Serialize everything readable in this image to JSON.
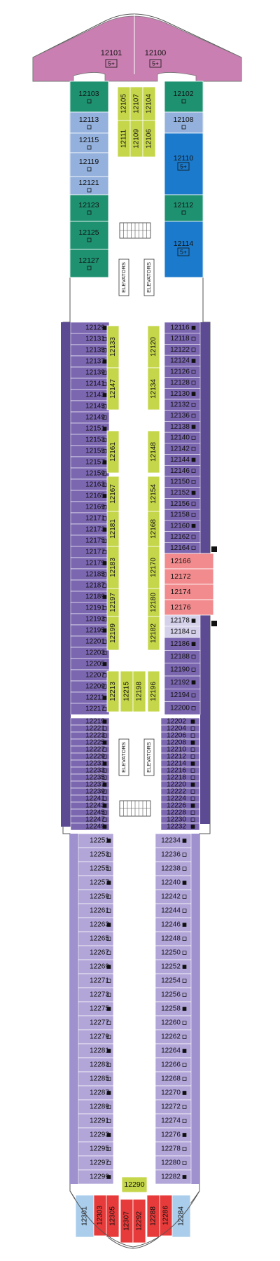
{
  "colors": {
    "bow_suite": "#C97FB1",
    "green_suite": "#1E9171",
    "light_blue": "#93B1DC",
    "blue_suite": "#1B7ACB",
    "purple_dark": "#7B66B0",
    "purple_mid": "#8E7BC0",
    "purple_light": "#B2A6D8",
    "lavender": "#D5D1EA",
    "salmon": "#F28B8E",
    "yellow_green": "#C5D64B",
    "aft_red": "#E63B3A",
    "aft_light_blue": "#A9CDEB",
    "corridor": "#FFFFFF",
    "hull_outline": "#555555"
  },
  "bow": {
    "left": "12101",
    "right": "12100",
    "left_badge": "5+",
    "right_badge": "5+"
  },
  "forward_green_left": [
    "12103",
    "12123",
    "12125",
    "12127"
  ],
  "forward_lightblue_left": [
    "12113",
    "12115",
    "12119",
    "12121"
  ],
  "forward_right": [
    {
      "num": "12102",
      "type": "green"
    },
    {
      "num": "12108",
      "type": "lightblue"
    },
    {
      "num": "12110",
      "type": "blue",
      "badge": "5+"
    },
    {
      "num": "12112",
      "type": "green"
    },
    {
      "num": "12114",
      "type": "blue",
      "badge": "5+"
    }
  ],
  "center_fwd_top": [
    "12105",
    "12107",
    "12104"
  ],
  "center_fwd_bottom": [
    "12111",
    "12109",
    "12106"
  ],
  "elevators_label": "ELEVATORS",
  "mid_left": [
    "12129",
    "12131",
    "12135",
    "12137",
    "12139",
    "12141",
    "12143",
    "12145",
    "12149",
    "12151",
    "12153",
    "12155",
    "12157",
    "12159",
    "12163",
    "12165",
    "12169",
    "12171",
    "12173",
    "12175",
    "12177",
    "12179",
    "12185",
    "12187",
    "12189",
    "12191",
    "12193",
    "12195",
    "12201",
    "12203",
    "12205",
    "12207",
    "12209",
    "12211",
    "12217"
  ],
  "mid_right_top": [
    "12116",
    "12118",
    "12122",
    "12124",
    "12126",
    "12128",
    "12130",
    "12132",
    "12136",
    "12138",
    "12140",
    "12142",
    "12144",
    "12146",
    "12150",
    "12152",
    "12156",
    "12158",
    "12160",
    "12162",
    "12164"
  ],
  "salmon_rooms": [
    "12166",
    "12172",
    "12174",
    "12176"
  ],
  "mid_right_bottom": [
    "12178",
    "12184",
    "12186",
    "12188",
    "12190",
    "12192",
    "12194",
    "12200"
  ],
  "center_mid": [
    {
      "num": "12133"
    },
    {
      "num": "12120"
    },
    {
      "num": "12147"
    },
    {
      "num": "12134"
    },
    {
      "num": "12161"
    },
    {
      "num": "12148"
    },
    {
      "num": "12167"
    },
    {
      "num": "12154"
    },
    {
      "num": "12181"
    },
    {
      "num": "12168"
    },
    {
      "num": "12183"
    },
    {
      "num": "12170"
    },
    {
      "num": "12197"
    },
    {
      "num": "12180"
    },
    {
      "num": "12199"
    },
    {
      "num": "12182"
    },
    {
      "num": "12213"
    },
    {
      "num": "12215"
    },
    {
      "num": "12198"
    },
    {
      "num": "12196"
    }
  ],
  "aft_left_dark": [
    "12219",
    "12221",
    "12223",
    "12225",
    "12227",
    "12229",
    "12231",
    "12233",
    "12235",
    "12237",
    "12239",
    "12241",
    "12243",
    "12245",
    "12247",
    "12249"
  ],
  "aft_right_dark": [
    "12202",
    "12204",
    "12206",
    "12208",
    "12210",
    "12212",
    "12214",
    "12216",
    "12218",
    "12220",
    "12222",
    "12224",
    "12226",
    "12228",
    "12230",
    "12232"
  ],
  "aft_left_light": [
    "12251",
    "12253",
    "12255",
    "12257",
    "12259",
    "12261",
    "12263",
    "12265",
    "12267",
    "12269",
    "12271",
    "12273",
    "12275",
    "12277",
    "12279",
    "12281",
    "12283",
    "12285",
    "12287",
    "12289",
    "12291",
    "12293",
    "12295",
    "12297",
    "12299"
  ],
  "aft_right_light": [
    "12234",
    "12236",
    "12238",
    "12240",
    "12242",
    "12244",
    "12246",
    "12248",
    "12250",
    "12252",
    "12254",
    "12256",
    "12258",
    "12260",
    "12262",
    "12264",
    "12266",
    "12268",
    "12270",
    "12272",
    "12274",
    "12276",
    "12278",
    "12280",
    "12282"
  ],
  "aft_center": "12290",
  "stern": [
    {
      "num": "12301",
      "type": "light"
    },
    {
      "num": "12303",
      "type": "red"
    },
    {
      "num": "12305",
      "type": "red"
    },
    {
      "num": "12307",
      "type": "red"
    },
    {
      "num": "12292",
      "type": "red"
    },
    {
      "num": "12288",
      "type": "red"
    },
    {
      "num": "12286",
      "type": "red"
    },
    {
      "num": "12284",
      "type": "light"
    }
  ]
}
